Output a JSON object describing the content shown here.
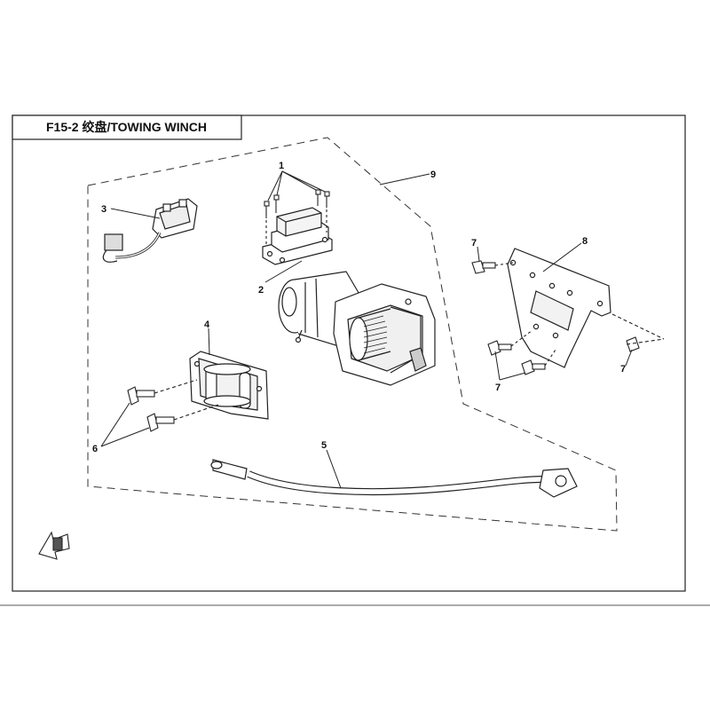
{
  "diagram": {
    "title": "F15-2 绞盘/TOWING WINCH",
    "callouts": {
      "c1": "1",
      "c2": "2",
      "c3": "3",
      "c4": "4",
      "c5": "5",
      "c6": "6",
      "c7a": "7",
      "c7b": "7",
      "c7c": "7",
      "c8": "8",
      "c9": "9"
    }
  }
}
